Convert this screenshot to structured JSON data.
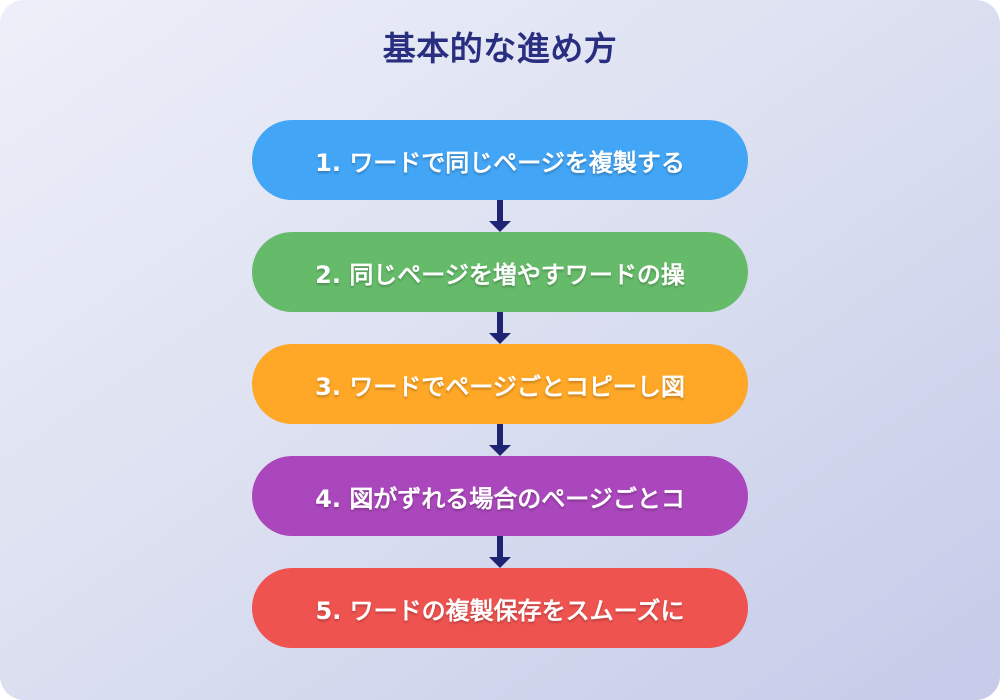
{
  "title": "基本的な進め方",
  "steps": [
    {
      "label": "1. ワードで同じページを複製する",
      "color": "#42A5F5"
    },
    {
      "label": "2. 同じページを増やすワードの操",
      "color": "#66BB6A"
    },
    {
      "label": "3. ワードでページごとコピーし図",
      "color": "#FFA726"
    },
    {
      "label": "4. 図がずれる場合のページごとコ",
      "color": "#AB47BC"
    },
    {
      "label": "5. ワードの複製保存をスムーズに",
      "color": "#EF5350"
    }
  ],
  "colors": {
    "title_text": "#2a2e80",
    "arrow": "#1e2472",
    "step_text": "#ffffff",
    "background_gradient_start": "#edeff9",
    "background_gradient_end": "#c5cbe9"
  }
}
